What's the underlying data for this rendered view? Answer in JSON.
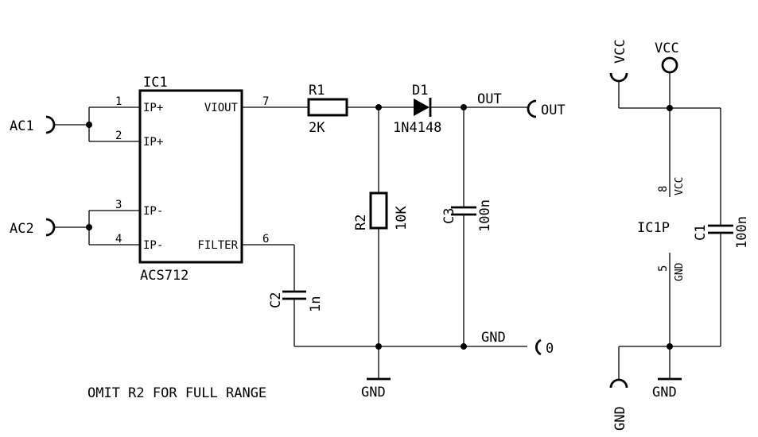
{
  "ic1": {
    "ref": "IC1",
    "part": "ACS712",
    "pins": [
      {
        "num": "1",
        "name": "IP+"
      },
      {
        "num": "2",
        "name": "IP+"
      },
      {
        "num": "3",
        "name": "IP-"
      },
      {
        "num": "4",
        "name": "IP-"
      },
      {
        "num": "7",
        "name": "VIOUT"
      },
      {
        "num": "6",
        "name": "FILTER"
      }
    ]
  },
  "connectors": {
    "ac1": "AC1",
    "ac2": "AC2",
    "out": "OUT",
    "gnd_terminal": "0",
    "vcc_left": "VCC",
    "vcc_right": "VCC",
    "gnd_left": "GND"
  },
  "r1": {
    "ref": "R1",
    "value": "2K"
  },
  "r2": {
    "ref": "R2",
    "value": "10K"
  },
  "d1": {
    "ref": "D1",
    "value": "1N4148"
  },
  "c2": {
    "ref": "C2",
    "value": "1n"
  },
  "c3": {
    "ref": "C3",
    "value": "100n"
  },
  "c1": {
    "ref": "C1",
    "value": "100n"
  },
  "nets": {
    "out": "OUT",
    "gnd": "GND",
    "gnd_symbol_main": "GND",
    "gnd_symbol_power": "GND"
  },
  "ic1p": {
    "ref": "IC1P",
    "vcc_pin_num": "8",
    "vcc_pin_name": "VCC",
    "gnd_pin_num": "5",
    "gnd_pin_name": "GND"
  },
  "note": "OMIT R2 FOR FULL RANGE"
}
